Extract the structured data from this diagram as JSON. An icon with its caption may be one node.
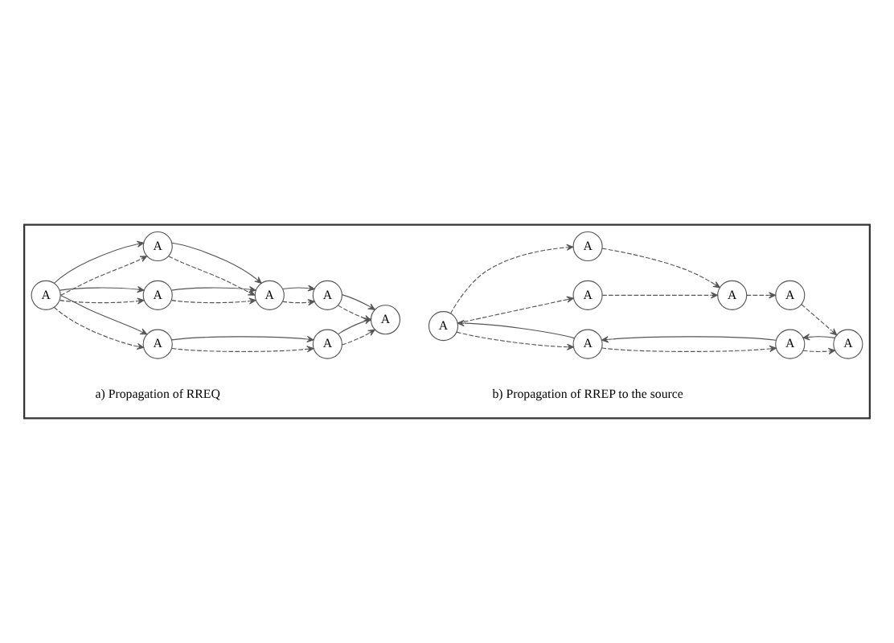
{
  "diagram": {
    "nodes": [
      {
        "text": [],
        "shape": "box"
      },
      {
        "text": [
          "A"
        ],
        "in": 0
      },
      {
        "text": [
          "A"
        ],
        "in": 0
      },
      {
        "text": [
          "A"
        ],
        "in": 0
      },
      {
        "text": [
          "A"
        ],
        "in": 0
      },
      {
        "text": [
          "A"
        ],
        "in": 0
      },
      {
        "text": [
          "A"
        ],
        "in": 0
      },
      {
        "text": [
          "A"
        ],
        "in": 0
      },
      {
        "text": [
          "A"
        ],
        "in": 0
      },
      {
        "text": [
          "A"
        ],
        "in": 0
      },
      {
        "text": [
          "A"
        ],
        "in": 0
      },
      {
        "text": [
          "A"
        ],
        "in": 0
      },
      {
        "text": [
          "A"
        ],
        "in": 0
      },
      {
        "text": [
          "A"
        ],
        "in": 0
      },
      {
        "text": [
          "A"
        ],
        "in": 0
      },
      {
        "text": [
          "A"
        ],
        "in": 0
      },
      {
        "text": [
          "A"
        ],
        "in": 0
      }
    ],
    "edges": [
      {
        "from": 1,
        "to": 2,
        "arrow": "to",
        "style": "dashed"
      },
      {
        "from": 1,
        "to": 2,
        "arrow": "to"
      },
      {
        "from": 2,
        "to": 3,
        "arrow": "to",
        "style": "dashed"
      },
      {
        "from": 2,
        "to": 3,
        "arrow": "to"
      },
      {
        "from": 3,
        "to": 4,
        "arrow": "to",
        "style": "dashed"
      },
      {
        "from": 3,
        "to": 4,
        "arrow": "to"
      },
      {
        "from": 1,
        "to": 5,
        "arrow": "to",
        "style": "dashed"
      },
      {
        "from": 1,
        "to": 5,
        "arrow": "to"
      },
      {
        "from": 1,
        "to": 6,
        "arrow": "to",
        "style": "dashed"
      },
      {
        "from": 1,
        "to": 6,
        "arrow": "to"
      },
      {
        "from": 5,
        "to": 7,
        "arrow": "to",
        "style": "dashed"
      },
      {
        "from": 5,
        "to": 7,
        "arrow": "to"
      },
      {
        "from": 6,
        "to": 7,
        "arrow": "to",
        "style": "dashed"
      },
      {
        "from": 6,
        "to": 7,
        "arrow": "to"
      },
      {
        "from": 7,
        "to": 8,
        "arrow": "to",
        "style": "dashed"
      },
      {
        "from": 7,
        "to": 8,
        "arrow": "to"
      },
      {
        "from": 8,
        "to": 4,
        "arrow": "to",
        "style": "dashed"
      },
      {
        "from": 8,
        "to": 4,
        "arrow": "to"
      },
      {
        "from": 9,
        "to": 10,
        "arrow": "to",
        "style": "dashed"
      },
      {
        "from": 10,
        "to": 9,
        "arrow": "to"
      },
      {
        "from": 10,
        "to": 11,
        "arrow": "to",
        "style": "dashed"
      },
      {
        "from": 11,
        "to": 10,
        "arrow": "to"
      },
      {
        "from": 11,
        "to": 12,
        "arrow": "to",
        "style": "dashed"
      },
      {
        "from": 12,
        "to": 11,
        "arrow": "to"
      },
      {
        "from": 9,
        "to": 13,
        "arrow": "to",
        "style": "dashed"
      },
      {
        "from": 9,
        "to": 14,
        "arrow": "to",
        "style": "dashed"
      },
      {
        "from": 13,
        "to": 15,
        "arrow": "to",
        "style": "dashed"
      },
      {
        "from": 14,
        "to": 15,
        "arrow": "to",
        "style": "dashed"
      },
      {
        "from": 15,
        "to": 16,
        "arrow": "to",
        "style": "dashed"
      },
      {
        "from": 16,
        "to": 12,
        "arrow": "to",
        "style": "dashed"
      }
    ],
    "labels": [
      "a) Propagation of RREQ",
      "b) Propagation of RREP to the source"
    ]
  }
}
